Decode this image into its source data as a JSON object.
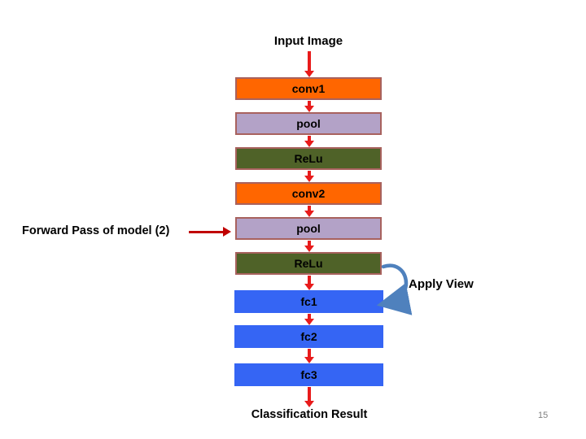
{
  "slide": {
    "background": "#FFFFFF",
    "page_number": "15"
  },
  "diagram": {
    "input_label": "Input Image",
    "output_label": "Classification Result",
    "side_label": "Forward Pass of model (2)",
    "apply_view_label": "Apply View",
    "layers": [
      {
        "label": "conv1",
        "fill": "#FF6600",
        "border": "#A8625E"
      },
      {
        "label": "pool",
        "fill": "#B3A2C7",
        "border": "#A8625E"
      },
      {
        "label": "ReLu",
        "fill": "#4F6228",
        "border": "#A8625E"
      },
      {
        "label": "conv2",
        "fill": "#FF6600",
        "border": "#A8625E"
      },
      {
        "label": "pool",
        "fill": "#B3A2C7",
        "border": "#A8625E"
      },
      {
        "label": "ReLu",
        "fill": "#4F6228",
        "border": "#A8625E"
      },
      {
        "label": "fc1",
        "fill": "#3565F4",
        "border": null
      },
      {
        "label": "fc2",
        "fill": "#3565F4",
        "border": null
      },
      {
        "label": "fc3",
        "fill": "#3565F4",
        "border": null
      }
    ],
    "colors": {
      "vertical_arrow": "#E81B1B",
      "side_arrow": "#C00000",
      "curve_arrow": "#4F81BD",
      "label_text": "#000000",
      "page_number_text": "#808080"
    }
  }
}
